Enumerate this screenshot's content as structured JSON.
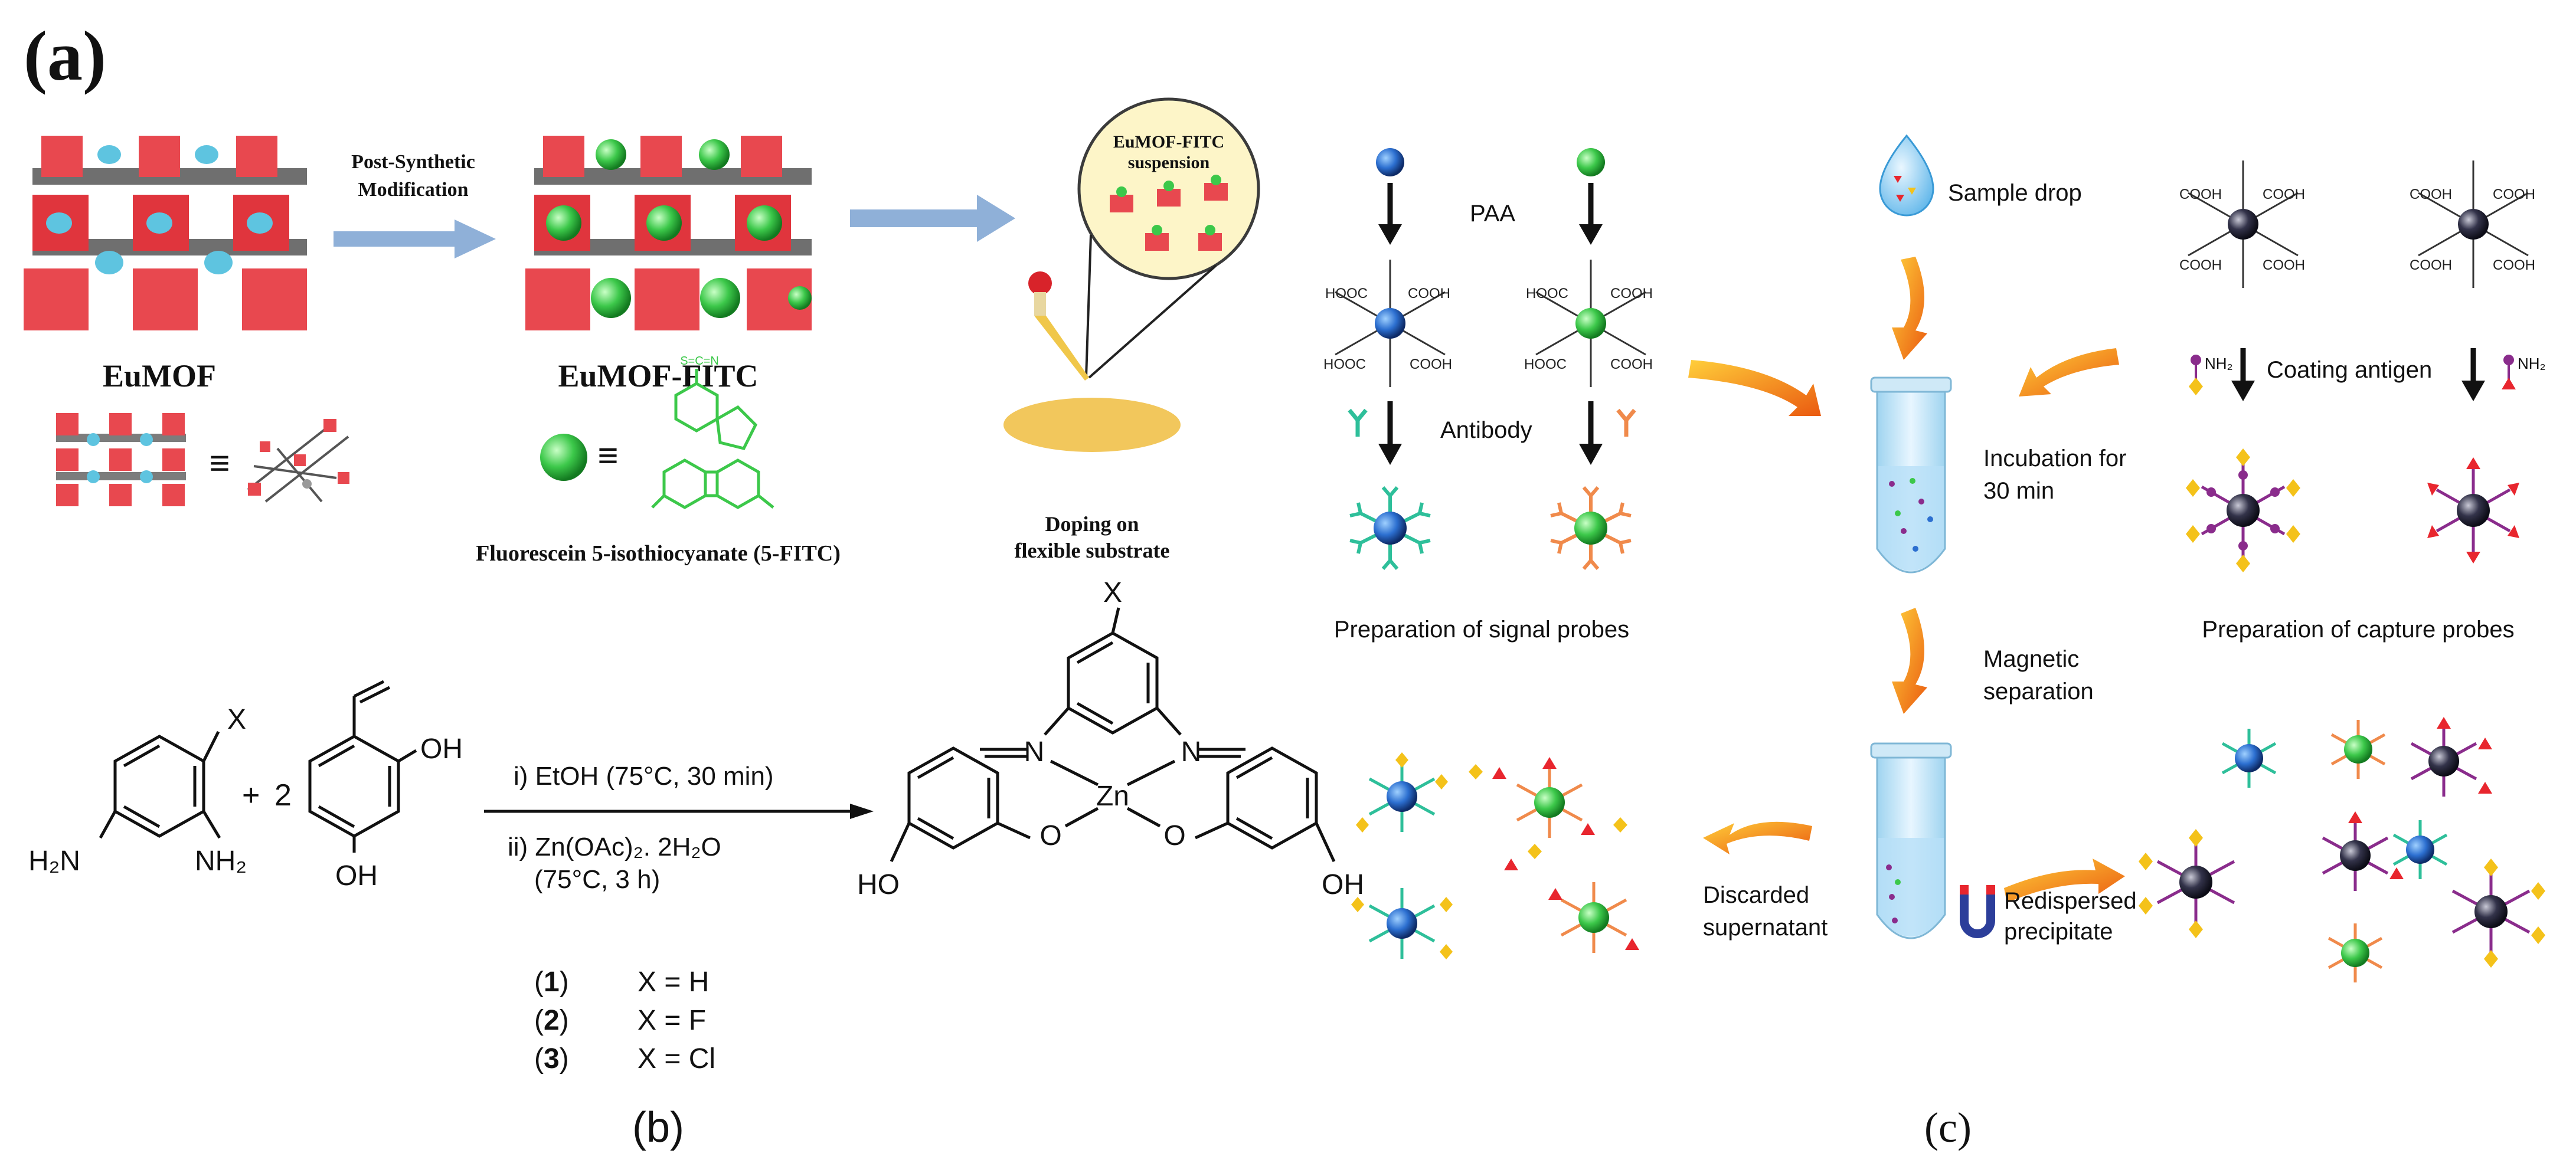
{
  "panel_a": {
    "label": "(a)",
    "arrow1_label_line1": "Post-Synthetic",
    "arrow1_label_line2": "Modification",
    "mof_label": "EuMOF",
    "mof_fitc_label": "EuMOF-FITC",
    "equiv_symbol": "≡",
    "fitc_name": "Fluorescein 5-isothiocyanate (5-FITC)",
    "fitc_group": "S=C=N",
    "suspension_line1": "EuMOF-FITC",
    "suspension_line2": "suspension",
    "doping_line1": "Doping on",
    "doping_line2": "flexible substrate"
  },
  "panel_b": {
    "label": "(b)",
    "reactant1_x": "X",
    "nh2_left": "H₂N",
    "nh2_right": "NH₂",
    "plus": "+",
    "coef": "2",
    "oh_top": "OH",
    "oh_bottom": "OH",
    "condition1": "i) EtOH (75°C, 30 min)",
    "condition2": "ii) Zn(OAc)₂. 2H₂O",
    "condition3": "(75°C, 3 h)",
    "product_x": "X",
    "product_n_left": "N",
    "product_n_right": "N",
    "product_zn": "Zn",
    "product_o_left": "O",
    "product_o_right": "O",
    "product_ho": "HO",
    "product_oh": "OH",
    "compounds": [
      {
        "num": "1",
        "sub": "X = H"
      },
      {
        "num": "2",
        "sub": "X = F"
      },
      {
        "num": "3",
        "sub": "X = Cl"
      }
    ]
  },
  "panel_c": {
    "label": "(c)",
    "paa": "PAA",
    "cooh": "COOH",
    "hooc": "HOOC",
    "antibody": "Antibody",
    "signal_probes": "Preparation of signal probes",
    "sample_drop": "Sample drop",
    "incubation_line1": "Incubation for",
    "incubation_line2": "30 min",
    "magnetic_line1": "Magnetic",
    "magnetic_line2": "separation",
    "nh2": "NH₂",
    "coating_antigen": "Coating antigen",
    "capture_probes": "Preparation of capture probes",
    "discarded_line1": "Discarded",
    "discarded_line2": "supernatant",
    "redispersed_line1": "Redispersed",
    "redispersed_line2": "precipitate"
  },
  "colors": {
    "mof_red": "#e8484f",
    "mof_cyan": "#5ec4e0",
    "fitc_green": "#3cc84a",
    "probe_blue": "#2c6fd0",
    "antibody_teal": "#2ebf9a",
    "antibody_orange": "#f08a4b",
    "arrow_blue": "#8fb0d8",
    "arrow_orange": "#f07a1e",
    "substrate_yellow": "#f2c75c",
    "capture_purple": "#8a2c8c",
    "antigen_yellow": "#f4c21a",
    "marker_red": "#e8262e"
  }
}
